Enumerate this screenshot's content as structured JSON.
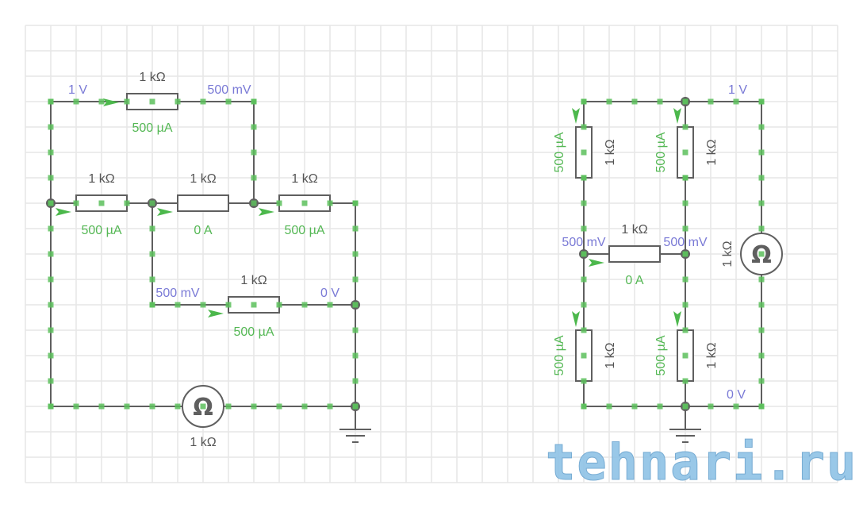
{
  "colors": {
    "wire": "#5f5f5f",
    "current_dot": "#5cc05c",
    "voltage_label": "#7a7ad6",
    "current_label": "#55b855",
    "resistance_label": "#555555",
    "grid": "#e6e6e6"
  },
  "circuit_left": {
    "top_resistor": {
      "resistance": "1 kΩ",
      "current": "500 µA"
    },
    "row_resistors": [
      {
        "resistance": "1 kΩ",
        "current": "500 µA"
      },
      {
        "resistance": "1 kΩ",
        "current": "0 A"
      },
      {
        "resistance": "1 kΩ",
        "current": "500 µA"
      }
    ],
    "lower_resistor": {
      "resistance": "1 kΩ",
      "current": "500 µA"
    },
    "voltages": {
      "top_left": "1 V",
      "top_right": "500 mV",
      "lower_left": "500 mV",
      "lower_right": "0 V"
    },
    "ohmmeter": {
      "symbol": "Ω",
      "reading": "1 kΩ"
    }
  },
  "circuit_right": {
    "upper_left_resistor": {
      "resistance": "1 kΩ",
      "current": "500 µA"
    },
    "upper_mid_resistor": {
      "resistance": "1 kΩ",
      "current": "500 µA"
    },
    "bridge_resistor": {
      "resistance": "1 kΩ",
      "current": "0 A"
    },
    "lower_left_resistor": {
      "resistance": "1 kΩ",
      "current": "500 µA"
    },
    "lower_mid_resistor": {
      "resistance": "1 kΩ",
      "current": "500 µA"
    },
    "voltages": {
      "top": "1 V",
      "bridge_left": "500 mV",
      "bridge_right": "500 mV",
      "bottom": "0 V"
    },
    "ohmmeter": {
      "symbol": "Ω",
      "reading": "1 kΩ"
    }
  },
  "watermark": "tehnari.ru"
}
